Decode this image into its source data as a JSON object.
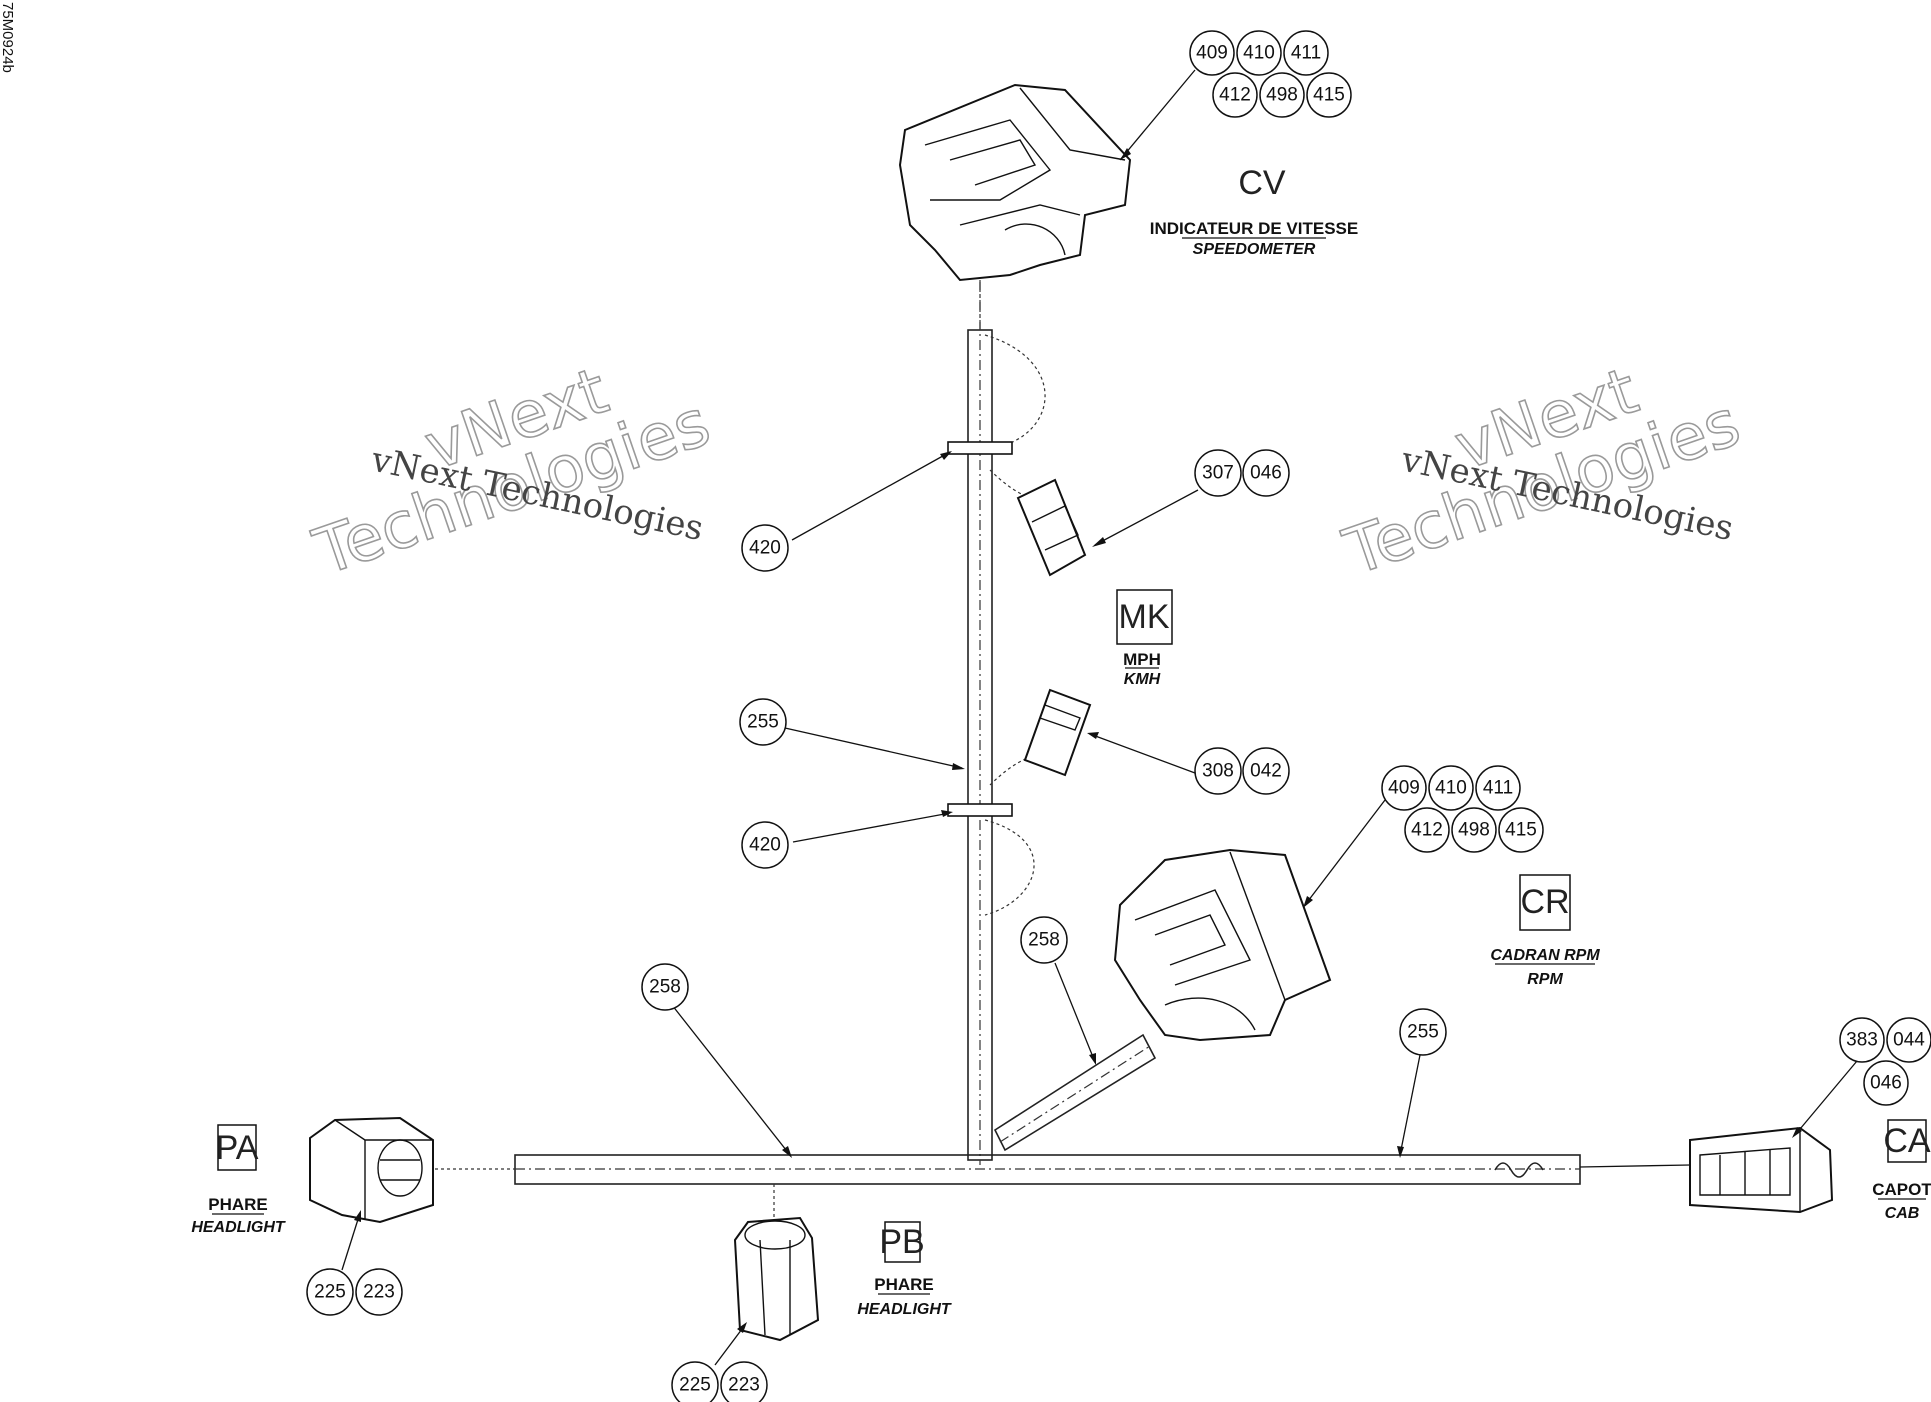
{
  "side_ref": "75M0924b",
  "watermark": {
    "line1": "vNext Technologies",
    "line2a": "vNext",
    "line2b": "Technologies"
  },
  "connectors": {
    "cv": {
      "code": "CV",
      "label_fr": "INDICATEUR DE VITESSE",
      "label_en": "SPEEDOMETER"
    },
    "mk": {
      "code": "MK",
      "label_fr": "MPH",
      "label_en": "KMH"
    },
    "cr": {
      "code": "CR",
      "label_fr": "CADRAN RPM",
      "label_en": "RPM"
    },
    "pa": {
      "code": "PA",
      "label_fr": "PHARE",
      "label_en": "HEADLIGHT"
    },
    "pb": {
      "code": "PB",
      "label_fr": "PHARE",
      "label_en": "HEADLIGHT"
    },
    "ca": {
      "code": "CA",
      "label_fr": "CAPOT",
      "label_en": "CAB"
    }
  },
  "callouts": {
    "cv_top": [
      "409",
      "410",
      "411"
    ],
    "cv_bottom": [
      "412",
      "498",
      "415"
    ],
    "cr_top": [
      "409",
      "410",
      "411"
    ],
    "cr_bottom": [
      "412",
      "498",
      "415"
    ],
    "mk": [
      "307",
      "046"
    ],
    "mk2": [
      "308",
      "042"
    ],
    "clip_upper": "420",
    "clip_lower": "420",
    "sleeve_vertical": "255",
    "branch_258_right": "258",
    "branch_258_left": "258",
    "main_255": "255",
    "ca_top": [
      "383",
      "044"
    ],
    "ca_bottom": "046",
    "pa": [
      "225",
      "223"
    ],
    "pb": [
      "225",
      "223"
    ]
  }
}
